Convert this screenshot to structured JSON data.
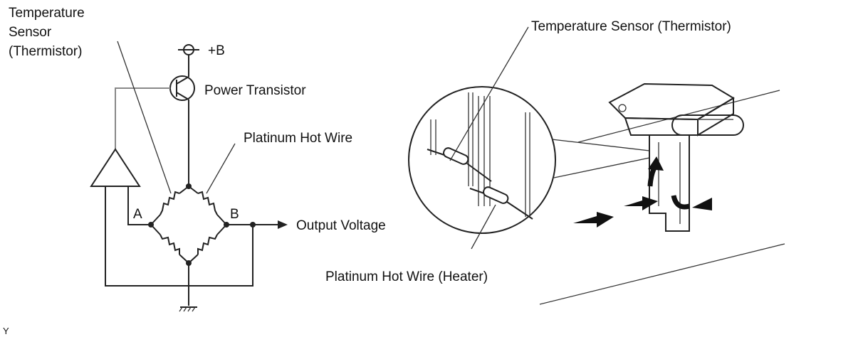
{
  "circuit": {
    "labels": {
      "temp_sensor_line1": "Temperature",
      "temp_sensor_line2": "Sensor",
      "temp_sensor_line3": "(Thermistor)",
      "supply": "+B",
      "power_transistor": "Power Transistor",
      "hot_wire": "Platinum Hot Wire",
      "node_a": "A",
      "node_b": "B",
      "output": "Output Voltage"
    }
  },
  "sensor_view": {
    "labels": {
      "temp_sensor": "Temperature Sensor (Thermistor)",
      "hot_wire_heater": "Platinum Hot Wire (Heater)"
    }
  },
  "corner_mark": "Y"
}
